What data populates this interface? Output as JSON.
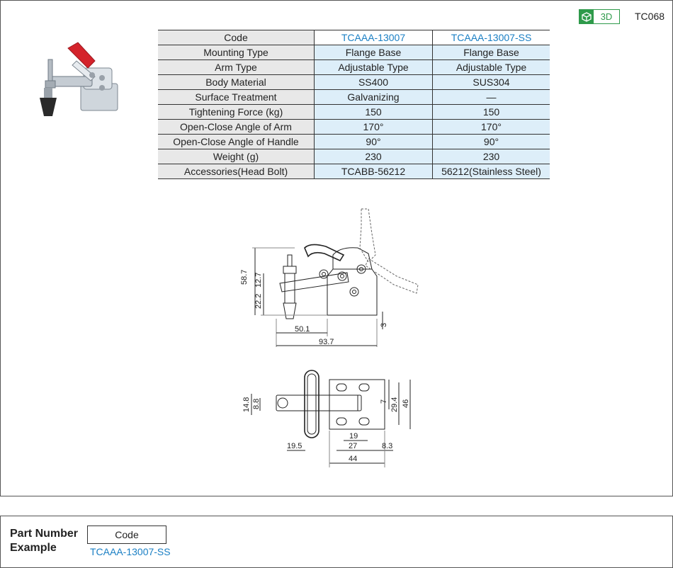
{
  "header": {
    "badge": "3D",
    "model": "TC068"
  },
  "table": {
    "columns": [
      "Code",
      "TCAAA-13007",
      "TCAAA-13007-SS"
    ],
    "rows": [
      [
        "Mounting Type",
        "Flange Base",
        "Flange Base"
      ],
      [
        "Arm Type",
        "Adjustable Type",
        "Adjustable Type"
      ],
      [
        "Body Material",
        "SS400",
        "SUS304"
      ],
      [
        "Surface Treatment",
        "Galvanizing",
        "—"
      ],
      [
        "Tightening Force (kg)",
        "150",
        "150"
      ],
      [
        "Open-Close Angle of Arm",
        "170°",
        "170°"
      ],
      [
        "Open-Close  Angle of Handle",
        "90°",
        "90°"
      ],
      [
        "Weight (g)",
        "230",
        "230"
      ],
      [
        "Accessories(Head Bolt)",
        "TCABB-56212",
        "56212(Stainless Steel)"
      ]
    ]
  },
  "drawing": {
    "side": {
      "d1": "58.7",
      "d2": "12.7",
      "d3": "22.2",
      "d4": "50.1",
      "d5": "93.7",
      "d6": "3"
    },
    "top": {
      "d1": "14.8",
      "d2": "8.8",
      "d3": "7",
      "d4": "29.4",
      "d5": "46",
      "d6": "19",
      "d7": "27",
      "d8": "8.3",
      "d9": "19.5",
      "d10": "44"
    }
  },
  "part_number": {
    "label_line1": "Part Number",
    "label_line2": "Example",
    "code_label": "Code",
    "example": "TCAAA-13007-SS"
  },
  "colors": {
    "accent": "#1a7fc4",
    "badge": "#2e9a4a",
    "header_bg": "#e8e8e8",
    "cell_bg": "#ddeef9"
  }
}
